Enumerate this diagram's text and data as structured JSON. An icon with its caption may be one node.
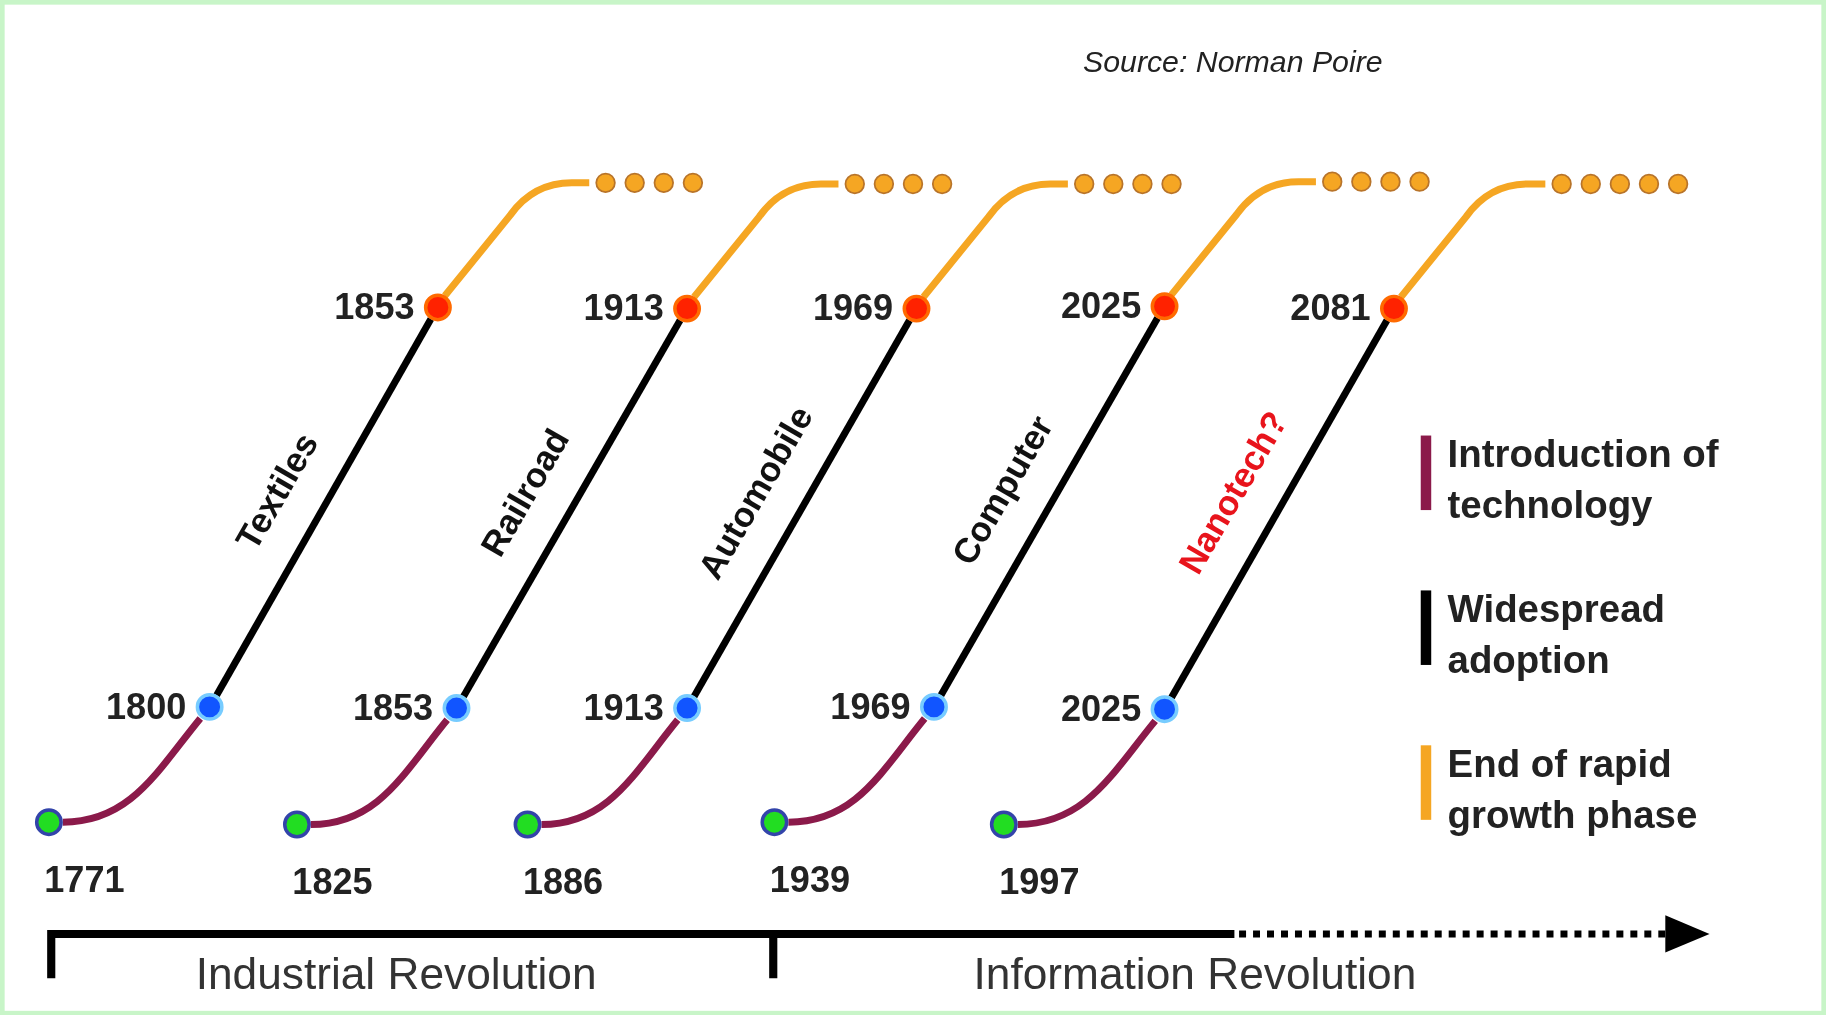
{
  "diagram": {
    "nodes": [
      {
        "text": [
          "1771"
        ]
      },
      {
        "text": [
          "1800"
        ]
      },
      {
        "text": [
          "1853"
        ]
      },
      {
        "text": [
          "1825"
        ]
      },
      {
        "text": [
          "1853"
        ]
      },
      {
        "text": [
          "1913"
        ]
      },
      {
        "text": [
          "1886"
        ]
      },
      {
        "text": [
          "1913"
        ]
      },
      {
        "text": [
          "1969"
        ]
      },
      {
        "text": [
          "1939"
        ]
      },
      {
        "text": [
          "1969"
        ]
      },
      {
        "text": [
          "2025"
        ]
      },
      {
        "text": [
          "1997"
        ]
      },
      {
        "text": [
          "2025"
        ]
      },
      {
        "text": [
          "2081"
        ]
      }
    ],
    "edges": [
      {
        "from": 0,
        "to": 1,
        "arrow": "none",
        "color": "#8b1a4a"
      },
      {
        "from": 1,
        "to": 2,
        "arrow": "none",
        "label": "Textiles",
        "color": "#000000"
      },
      {
        "from": 2,
        "to": null,
        "arrow": "other",
        "color": "#f5a623"
      },
      {
        "from": 3,
        "to": 4,
        "arrow": "none",
        "color": "#8b1a4a"
      },
      {
        "from": 4,
        "to": 5,
        "arrow": "none",
        "label": "Railroad",
        "color": "#000000"
      },
      {
        "from": 5,
        "to": null,
        "arrow": "other",
        "color": "#f5a623"
      },
      {
        "from": 6,
        "to": 7,
        "arrow": "none",
        "color": "#8b1a4a"
      },
      {
        "from": 7,
        "to": 8,
        "arrow": "none",
        "label": "Automobile",
        "color": "#000000"
      },
      {
        "from": 8,
        "to": null,
        "arrow": "other",
        "color": "#f5a623"
      },
      {
        "from": 9,
        "to": 10,
        "arrow": "none",
        "color": "#8b1a4a"
      },
      {
        "from": 10,
        "to": 11,
        "arrow": "none",
        "label": "Computer",
        "color": "#000000"
      },
      {
        "from": 11,
        "to": null,
        "arrow": "other",
        "color": "#f5a623"
      },
      {
        "from": 12,
        "to": 13,
        "arrow": "none",
        "color": "#8b1a4a"
      },
      {
        "from": 13,
        "to": 14,
        "arrow": "none",
        "label": "Nanotech?",
        "color": "#000000"
      },
      {
        "from": 14,
        "to": null,
        "arrow": "other",
        "color": "#f5a623"
      }
    ],
    "labels": [
      "Source: Norman Poire",
      "Industrial Revolution",
      "Information Revolution"
    ],
    "legend": [
      {
        "text": "Introduction of technology",
        "color": "#8b1a4a"
      },
      {
        "text": "Widespread adoption",
        "color": "#000000"
      },
      {
        "text": "End of rapid growth phase",
        "color": "#f5a623"
      }
    ]
  }
}
